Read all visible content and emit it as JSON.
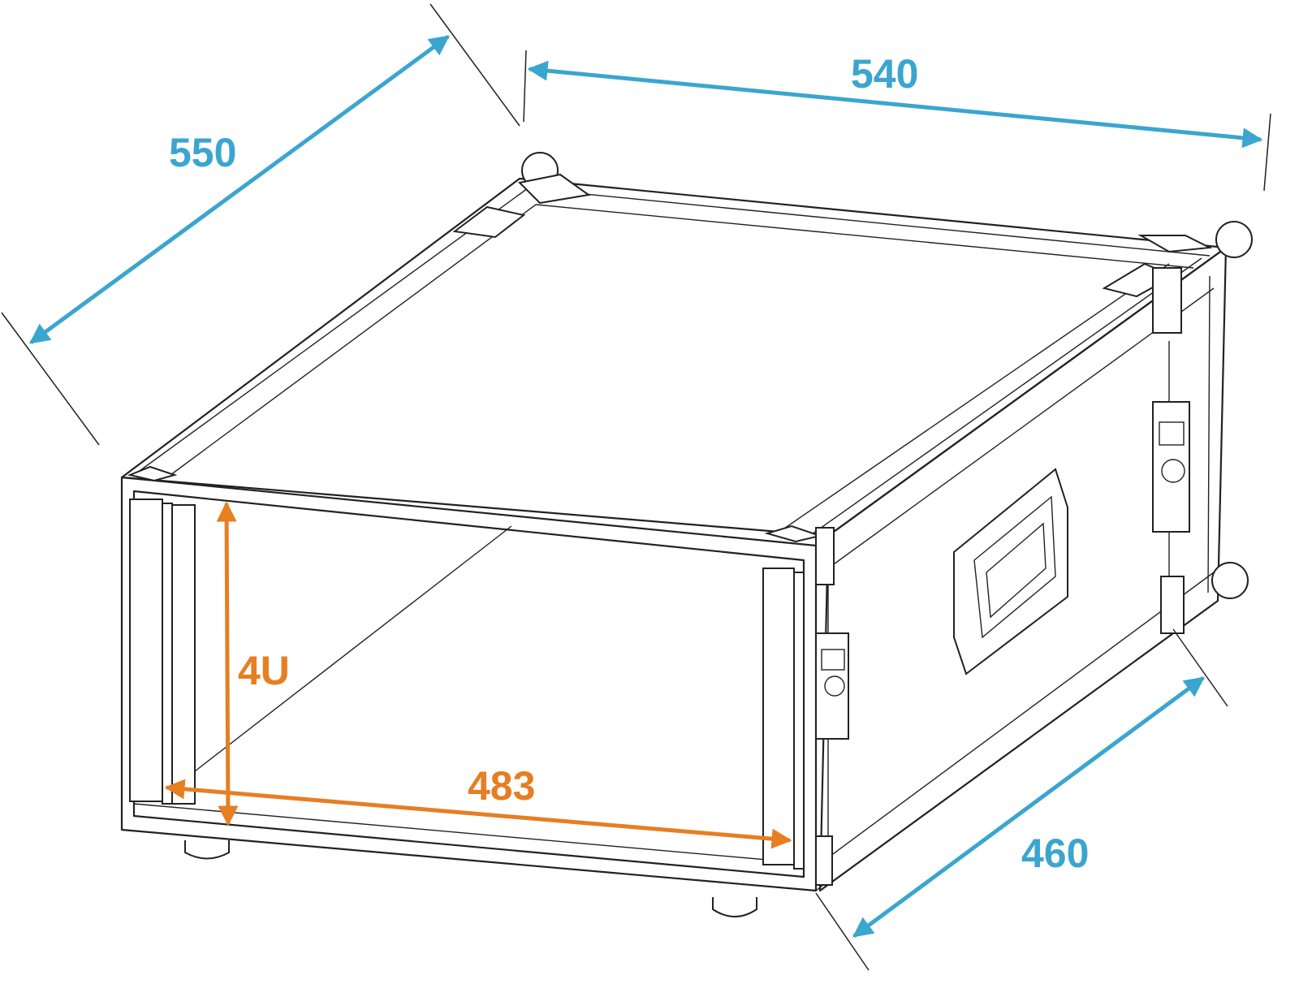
{
  "colors": {
    "dimension_outer": "#3aa6cf",
    "dimension_inner": "#e67e22",
    "line": "#222222"
  },
  "dimensions": {
    "depth": "550",
    "width": "540",
    "side_depth": "460",
    "rack_width": "483",
    "height": "4U"
  }
}
